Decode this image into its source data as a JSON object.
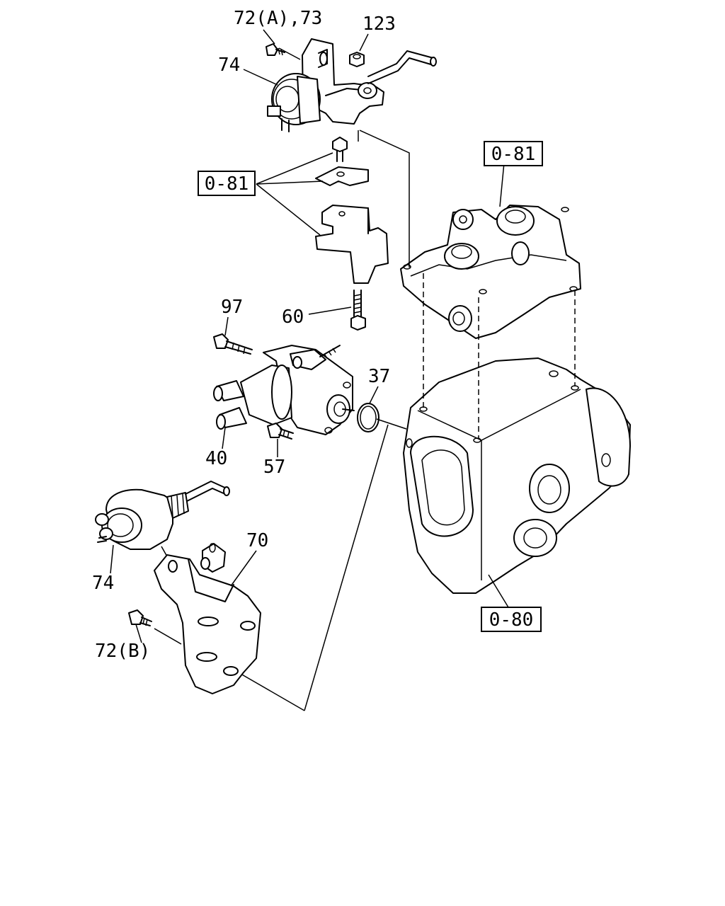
{
  "labels": {
    "part_72a_73": "72(A),73",
    "part_123": "123",
    "part_74_top": "74",
    "ref_081_left": "0-81",
    "ref_081_right": "0-81",
    "part_97": "97",
    "part_60": "60",
    "part_37": "37",
    "part_40": "40",
    "part_57": "57",
    "part_70": "70",
    "part_74_bottom": "74",
    "part_72b": "72(B)",
    "ref_080": "0-80"
  }
}
